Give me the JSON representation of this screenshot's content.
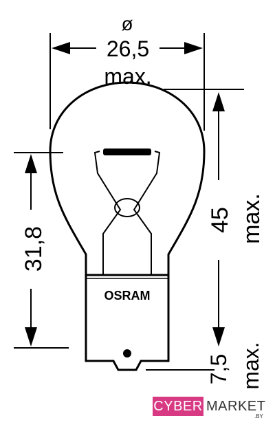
{
  "diagram": {
    "top_dimension": {
      "symbol": "ø",
      "value": "26,5",
      "suffix": "max."
    },
    "right_dimension": {
      "value": "45",
      "suffix": "max."
    },
    "left_dimension": {
      "value": "31,8"
    },
    "base_dimension": {
      "value": "7,5",
      "suffix": "max."
    },
    "brand_label": "OSRAM",
    "line_color": "#000000"
  },
  "watermark": {
    "cyber": "CYBER",
    "market": "MARKET",
    "tld": ".BY",
    "accent_color": "#d73a83"
  }
}
